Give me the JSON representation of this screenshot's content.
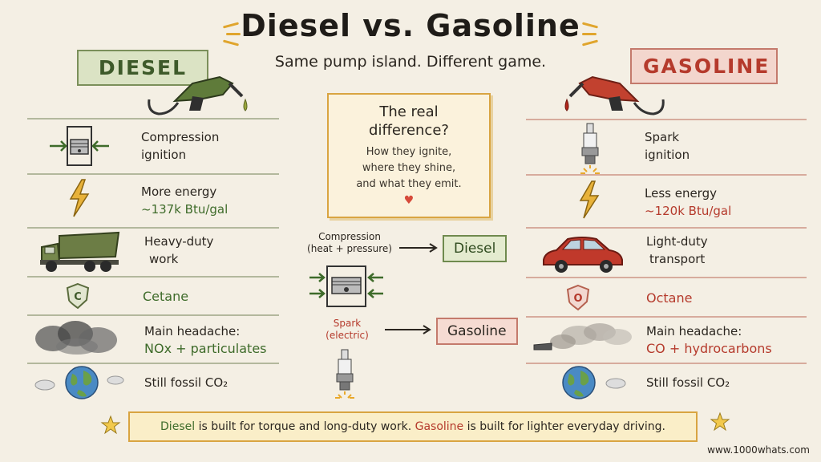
{
  "header": {
    "title": "Diesel vs. Gasoline",
    "subtitle": "Same pump island. Different game."
  },
  "diesel": {
    "label": "DIESEL",
    "rows": [
      {
        "line1": "Compression",
        "line2": "ignition"
      },
      {
        "line1": "More energy",
        "line2": "~137k Btu/gal"
      },
      {
        "line1": "Heavy-duty",
        "line2": "work"
      },
      {
        "line1": "Cetane"
      },
      {
        "line1": "Main headache:",
        "line2": "NOx + particulates"
      },
      {
        "line1": "Still fossil CO₂"
      }
    ],
    "shield_letter": "C"
  },
  "gasoline": {
    "label": "GASOLINE",
    "rows": [
      {
        "line1": "Spark",
        "line2": "ignition"
      },
      {
        "line1": "Less energy",
        "line2": "~120k Btu/gal"
      },
      {
        "line1": "Light-duty",
        "line2": "transport"
      },
      {
        "line1": "Octane"
      },
      {
        "line1": "Main headache:",
        "line2": "CO + hydrocarbons"
      },
      {
        "line1": "Still fossil CO₂"
      }
    ],
    "shield_letter": "O"
  },
  "center": {
    "heading_l1": "The real",
    "heading_l2": "difference?",
    "body_l1": "How they ignite,",
    "body_l2": "where they shine,",
    "body_l3": "and what they emit.",
    "heart": "♥",
    "compression_l1": "Compression",
    "compression_l2": "(heat + pressure)",
    "diesel_tag": "Diesel",
    "spark_l1": "Spark",
    "spark_l2": "(electric)",
    "gasoline_tag": "Gasoline"
  },
  "footer": {
    "diesel_word": "Diesel",
    "diesel_rest": " is built for torque and long-duty work. ",
    "gas_word": "Gasoline",
    "gas_rest": " is built for lighter everyday driving."
  },
  "url": "www.1000whats.com",
  "colors": {
    "background": "#f4efe4",
    "diesel_green": "#3e6b2a",
    "gasoline_red": "#b53a2c",
    "accent_gold": "#d9a441"
  }
}
